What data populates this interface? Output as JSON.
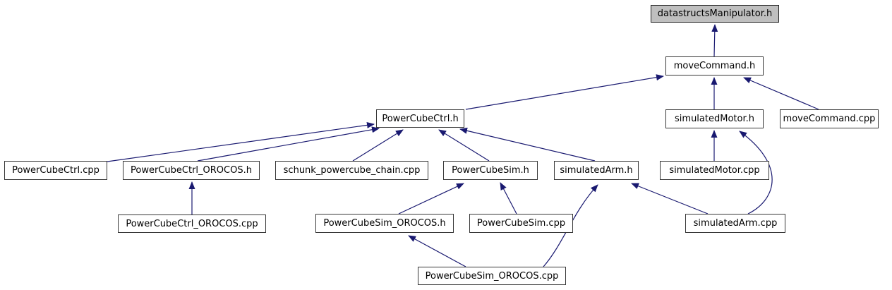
{
  "diagram": {
    "type": "include-dependency-graph",
    "background_color": "#ffffff",
    "edge_color": "#191970",
    "node_fill": "#ffffff",
    "node_border_color": "#373737",
    "highlighted_node_fill": "#bfbfbf",
    "nodes": [
      {
        "id": "datastructsmanipulator-h",
        "label": "datastructsManipulator.h",
        "highlighted": true
      },
      {
        "id": "movecommand-h",
        "label": "moveCommand.h",
        "highlighted": false
      },
      {
        "id": "powercubectrl-h",
        "label": "PowerCubeCtrl.h",
        "highlighted": false
      },
      {
        "id": "simulatedmotor-h",
        "label": "simulatedMotor.h",
        "highlighted": false
      },
      {
        "id": "movecommand-cpp",
        "label": "moveCommand.cpp",
        "highlighted": false
      },
      {
        "id": "powercubectrl-cpp",
        "label": "PowerCubeCtrl.cpp",
        "highlighted": false
      },
      {
        "id": "powercubectrl-orocos-h",
        "label": "PowerCubeCtrl_OROCOS.h",
        "highlighted": false
      },
      {
        "id": "schunk-powercube-chain-cpp",
        "label": "schunk_powercube_chain.cpp",
        "highlighted": false
      },
      {
        "id": "powercubesim-h",
        "label": "PowerCubeSim.h",
        "highlighted": false
      },
      {
        "id": "simulatedarm-h",
        "label": "simulatedArm.h",
        "highlighted": false
      },
      {
        "id": "simulatedmotor-cpp",
        "label": "simulatedMotor.cpp",
        "highlighted": false
      },
      {
        "id": "powercubectrl-orocos-cpp",
        "label": "PowerCubeCtrl_OROCOS.cpp",
        "highlighted": false
      },
      {
        "id": "powercubesim-orocos-h",
        "label": "PowerCubeSim_OROCOS.h",
        "highlighted": false
      },
      {
        "id": "powercubesim-cpp",
        "label": "PowerCubeSim.cpp",
        "highlighted": false
      },
      {
        "id": "simulatedarm-cpp",
        "label": "simulatedArm.cpp",
        "highlighted": false
      },
      {
        "id": "powercubesim-orocos-cpp",
        "label": "PowerCubeSim_OROCOS.cpp",
        "highlighted": false
      }
    ],
    "edges": [
      {
        "from": "movecommand-h",
        "to": "datastructsmanipulator-h"
      },
      {
        "from": "powercubectrl-h",
        "to": "movecommand-h"
      },
      {
        "from": "simulatedmotor-h",
        "to": "movecommand-h"
      },
      {
        "from": "movecommand-cpp",
        "to": "movecommand-h"
      },
      {
        "from": "powercubectrl-cpp",
        "to": "powercubectrl-h"
      },
      {
        "from": "powercubectrl-orocos-h",
        "to": "powercubectrl-h"
      },
      {
        "from": "schunk-powercube-chain-cpp",
        "to": "powercubectrl-h"
      },
      {
        "from": "powercubesim-h",
        "to": "powercubectrl-h"
      },
      {
        "from": "simulatedarm-h",
        "to": "powercubectrl-h"
      },
      {
        "from": "simulatedmotor-cpp",
        "to": "simulatedmotor-h"
      },
      {
        "from": "simulatedarm-cpp",
        "to": "simulatedmotor-h"
      },
      {
        "from": "powercubectrl-orocos-cpp",
        "to": "powercubectrl-orocos-h"
      },
      {
        "from": "powercubesim-orocos-h",
        "to": "powercubesim-h"
      },
      {
        "from": "powercubesim-cpp",
        "to": "powercubesim-h"
      },
      {
        "from": "simulatedarm-cpp",
        "to": "simulatedarm-h"
      },
      {
        "from": "powercubesim-orocos-cpp",
        "to": "powercubesim-orocos-h"
      },
      {
        "from": "powercubesim-orocos-cpp",
        "to": "simulatedarm-h"
      }
    ]
  }
}
